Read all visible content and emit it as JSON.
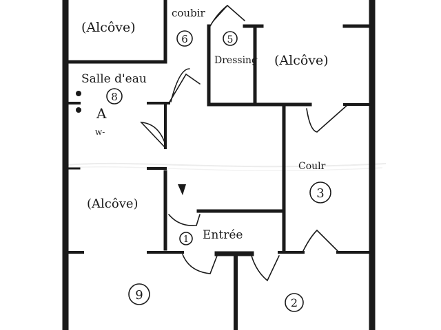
{
  "rooms": {
    "alcove_top_left": "(Alcôve)",
    "alcove_top_right": "(Alcôve)",
    "alcove_left": "(Alcôve)",
    "coubir": "coubir",
    "dressing": "Dressing",
    "salle_deau": "Salle d'eau",
    "wc": "w-",
    "couloir": "Coulr",
    "entree": "Entrée"
  },
  "numbers": {
    "n1": "1",
    "n2": "2",
    "n3": "3",
    "n5": "5",
    "n6": "6",
    "n8": "8",
    "n9": "9"
  },
  "fixtures": {
    "shower_mark": "A"
  },
  "colors": {
    "ink": "#1a1a1a",
    "paper": "#ffffff"
  }
}
